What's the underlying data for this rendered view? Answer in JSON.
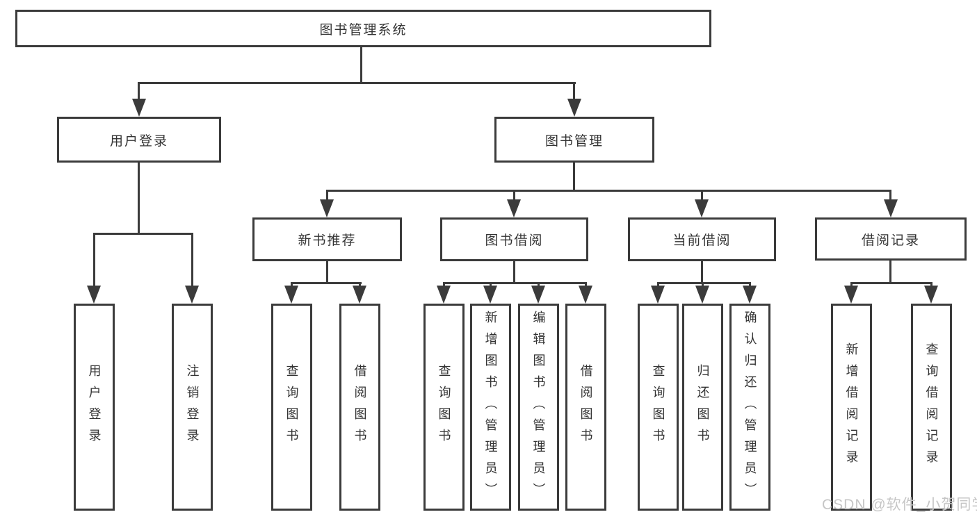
{
  "diagram": {
    "line_color": "#3b3b3b",
    "text_color": "#333333",
    "nodes": {
      "root": {
        "label": "图书管理系统"
      },
      "level2": [
        {
          "label": "用户登录"
        },
        {
          "label": "图书管理"
        }
      ],
      "level3": [
        {
          "label": "新书推荐"
        },
        {
          "label": "图书借阅"
        },
        {
          "label": "当前借阅"
        },
        {
          "label": "借阅记录"
        }
      ],
      "leaves": [
        {
          "label": "用户登录"
        },
        {
          "label": "注销登录"
        },
        {
          "label": "查询图书"
        },
        {
          "label": "借阅图书"
        },
        {
          "label": "查询图书"
        },
        {
          "label": "新增图书（管理员）"
        },
        {
          "label": "编辑图书（管理员）"
        },
        {
          "label": "借阅图书"
        },
        {
          "label": "查询图书"
        },
        {
          "label": "归还图书"
        },
        {
          "label": "确认归还（管理员）"
        },
        {
          "label": "新增借阅记录"
        },
        {
          "label": "查询借阅记录"
        }
      ]
    }
  },
  "watermark": {
    "text": "CSDN @软件_小贺同学",
    "color": "#c6c6c6"
  }
}
